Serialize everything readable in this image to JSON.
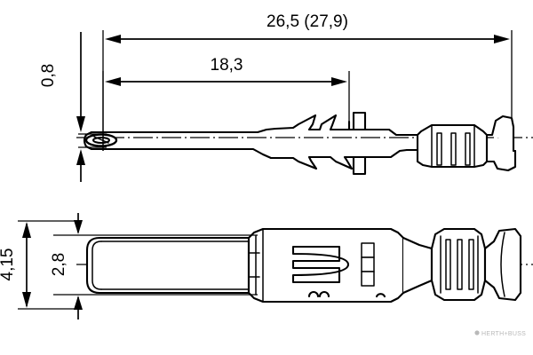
{
  "drawing": {
    "title": "automotive-terminal-pin-technical-drawing",
    "type": "engineering-dimensioned-orthographic-drawing",
    "background_color": "#ffffff",
    "line_color": "#000000",
    "views": [
      {
        "name": "side-view",
        "position": "top"
      },
      {
        "name": "plan-view",
        "position": "bottom"
      }
    ]
  },
  "dimensions": {
    "overall_length": {
      "label": "26,5 (27,9)",
      "value": 26.5,
      "alternate_value": 27.9,
      "unit": "mm",
      "orientation": "horizontal",
      "view": "side-view"
    },
    "pin_length": {
      "label": "18,3",
      "value": 18.3,
      "unit": "mm",
      "orientation": "horizontal",
      "view": "side-view"
    },
    "pin_thickness": {
      "label": "0,8",
      "value": 0.8,
      "unit": "mm",
      "orientation": "vertical",
      "view": "side-view"
    },
    "body_height_outer": {
      "label": "4,15",
      "value": 4.15,
      "unit": "mm",
      "orientation": "vertical",
      "view": "plan-view"
    },
    "body_height_inner": {
      "label": "2,8",
      "value": 2.8,
      "unit": "mm",
      "orientation": "vertical",
      "view": "plan-view"
    }
  },
  "watermark": {
    "text": "HERTH+BUSS",
    "color": "#b9b9b9",
    "position": "bottom-right"
  }
}
